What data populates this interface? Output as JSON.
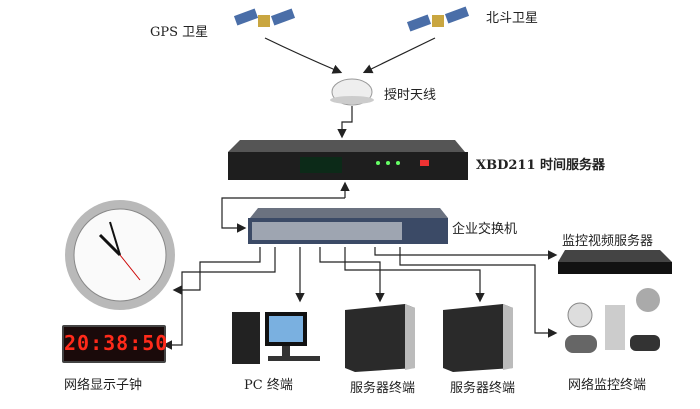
{
  "labels": {
    "gps_satellite": "GPS 卫星",
    "beidou_satellite": "北斗卫星",
    "antenna": "授时天线",
    "time_server": "XBD211 时间服务器",
    "switch": "企业交换机",
    "video_server": "监控视频服务器",
    "display_clock": "网络显示子钟",
    "pc": "PC 终端",
    "server1": "服务器终端",
    "server2": "服务器终端",
    "cameras": "网络监控终端"
  },
  "digital_clock": {
    "time": "20:38:50"
  },
  "colors": {
    "line": "#222222",
    "device_dark": "#2a2a2a",
    "led_red": "#ff2a1a"
  }
}
